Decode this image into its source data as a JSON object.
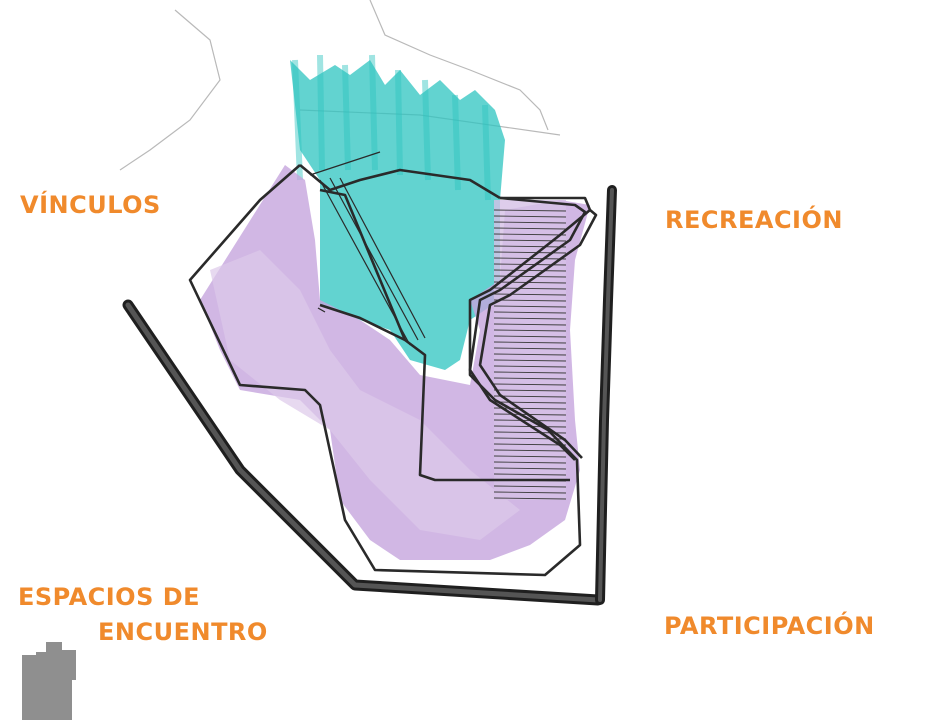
{
  "labels": {
    "vinculos": "VÍNCULOS",
    "recreacion": "RECREACIÓN",
    "espacios_line1": "ESPACIOS DE",
    "espacios_line2": "ENCUENTRO",
    "participacion": "PARTICIPACIÓN"
  },
  "colors": {
    "label": "#f08a2c",
    "cyan_marker": "#2ec4c0",
    "purple_marker": "#c6a5dd",
    "ink": "#2a2a2a",
    "person": "#8f8f8f"
  },
  "icons": {
    "person": "person-silhouette-icon"
  }
}
